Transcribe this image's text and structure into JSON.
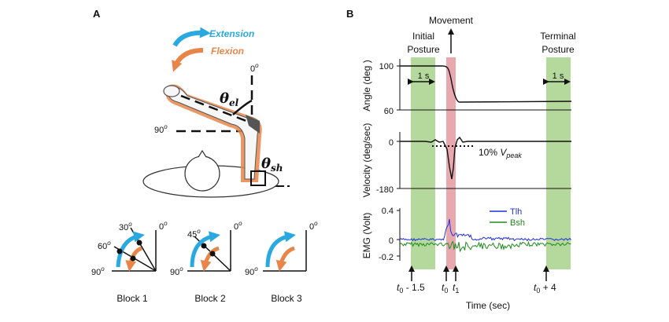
{
  "panel_a": {
    "label": "A",
    "extension": "Extension",
    "flexion": "Flexion",
    "zero_deg": "0",
    "ninety_deg": "90",
    "deg_sup": "o",
    "theta": "θ",
    "theta_el_sub": "el",
    "theta_sh_sub": "sh",
    "blocks": [
      {
        "label": "Block 1",
        "angle1": "30",
        "angle2": "60",
        "zero": "0",
        "ninety": "90"
      },
      {
        "label": "Block 2",
        "angle1": "45",
        "zero": "0",
        "ninety": "90"
      },
      {
        "label": "Block 3",
        "zero": "0",
        "ninety": "90"
      }
    ]
  },
  "panel_b": {
    "label": "B",
    "movement": "Movement",
    "initial_posture": [
      "Initial",
      "Posture"
    ],
    "terminal_posture": [
      "Terminal",
      "Posture"
    ],
    "one_sec": "1 s",
    "angle_axis": "Angle (deg )",
    "angle_ticks": [
      "100",
      "60"
    ],
    "velocity_axis": "Velocity (deg/sec)",
    "velocity_ticks": [
      "0",
      "-180"
    ],
    "vpeak_prefix": "10% ",
    "vpeak_v": "V",
    "vpeak_sub": "peak",
    "emg_axis": "EMG (Volt)",
    "emg_ticks": [
      "0.4",
      "0",
      "-0.2"
    ],
    "legend": [
      {
        "name": "Tlh",
        "color": "#1f2fe0"
      },
      {
        "name": "Bsh",
        "color": "#1e8a1e"
      }
    ],
    "time_markers": [
      {
        "t": "t",
        "sub": "0",
        "suffix": " - 1.5"
      },
      {
        "t": "t",
        "sub": "0",
        "suffix": ""
      },
      {
        "t": "t",
        "sub": "1",
        "suffix": ""
      },
      {
        "t": "t",
        "sub": "0",
        "suffix": " + 4"
      }
    ],
    "xlabel": "Time (sec)",
    "colors": {
      "green_band": "#b5d99c",
      "red_band": "#e8a9ae",
      "extension_arrow": "#29a9e0",
      "flexion_arrow": "#e8864a"
    }
  }
}
